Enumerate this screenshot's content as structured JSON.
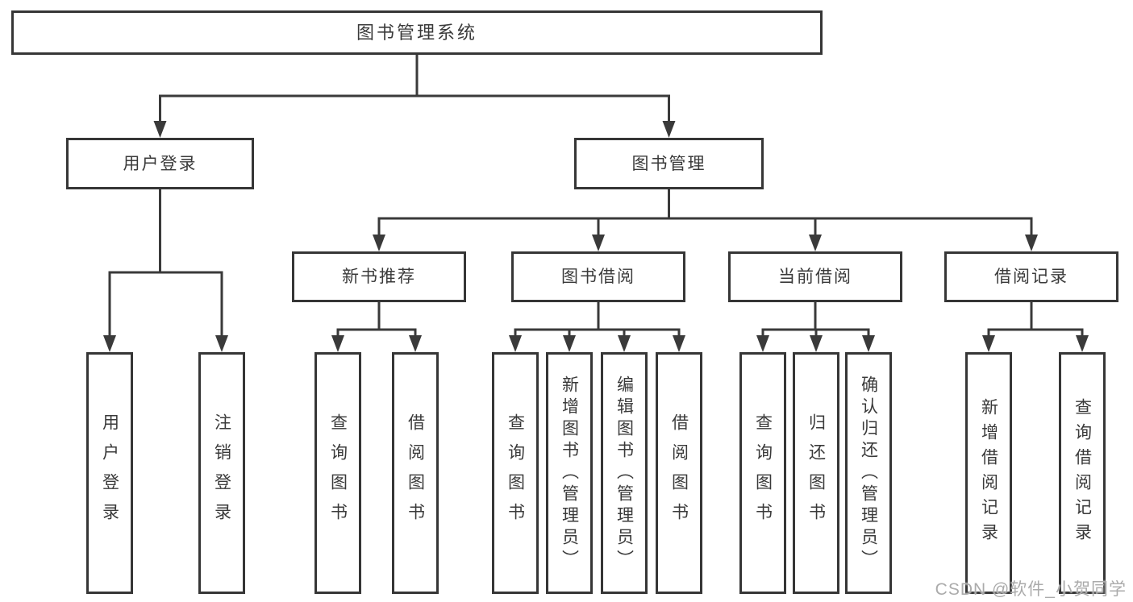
{
  "colors": {
    "line": "#3a3a3a",
    "box_border": "#363636",
    "box_background": "#ffffff",
    "text": "#3a3a3a",
    "watermark": "#ababab"
  },
  "tree": {
    "root": "图书管理系统",
    "branches": [
      {
        "label": "用户登录",
        "children": [
          "用户登录",
          "注销登录"
        ]
      },
      {
        "label": "图书管理",
        "children": [
          {
            "label": "新书推荐",
            "children": [
              "查询图书",
              "借阅图书"
            ]
          },
          {
            "label": "图书借阅",
            "children": [
              "查询图书",
              "新增图书（管理员）",
              "编辑图书（管理员）",
              "借阅图书"
            ]
          },
          {
            "label": "当前借阅",
            "children": [
              "查询图书",
              "归还图书",
              "确认归还（管理员）"
            ]
          },
          {
            "label": "借阅记录",
            "children": [
              "新增借阅记录",
              "查询借阅记录"
            ]
          }
        ]
      }
    ]
  },
  "watermark": {
    "text": "CSDN @软件_小贺同学"
  }
}
